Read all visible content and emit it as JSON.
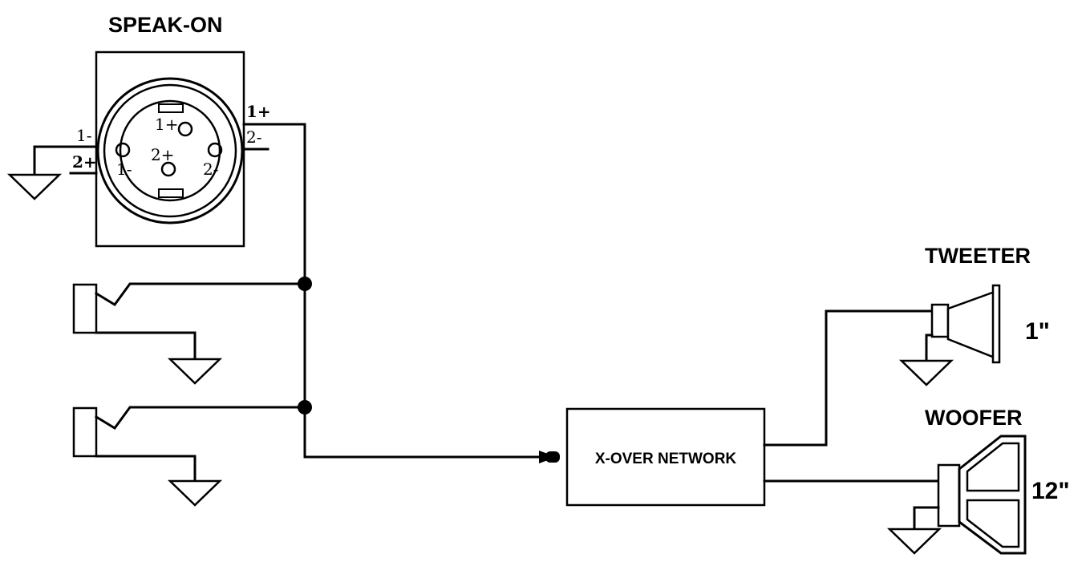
{
  "labels": {
    "speakon": "SPEAK-ON",
    "tweeter": "TWEETER",
    "tweeter_size": "1\"",
    "woofer": "WOOFER",
    "woofer_size": "12\"",
    "crossover": "X-OVER NETWORK"
  },
  "speakon_pins": {
    "outer_left_top": "1-",
    "outer_left_bottom": "2+",
    "outer_right_top": "1+",
    "outer_right_bottom": "2-",
    "inner_1_plus": "1+",
    "inner_2_plus": "2+",
    "inner_1_minus": "1-",
    "inner_2_minus": "2-"
  }
}
